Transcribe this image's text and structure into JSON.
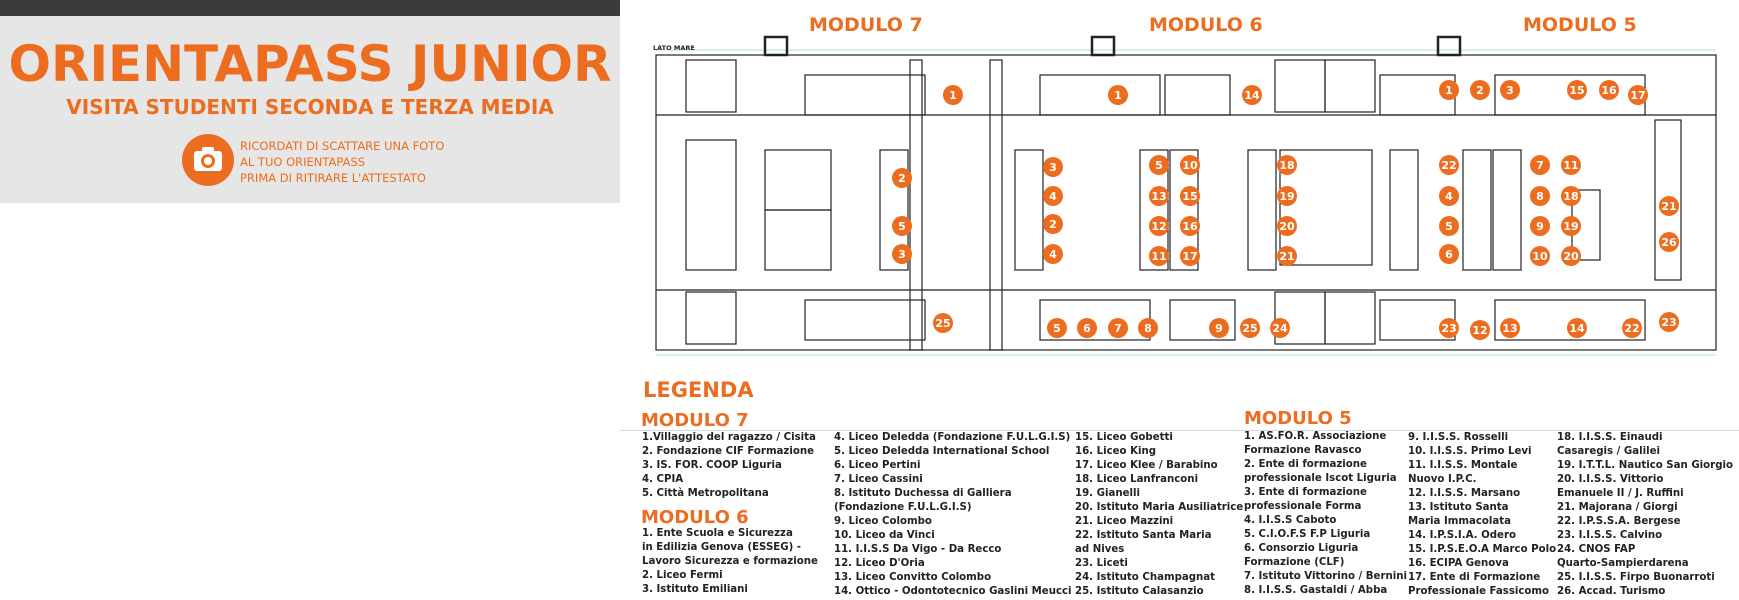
{
  "header": {
    "title": "ORIENTAPASS JUNIOR",
    "subtitle": "VISITA STUDENTI SECONDA E TERZA MEDIA",
    "note_lines": [
      "RICORDATI DI SCATTARE UNA FOTO",
      "AL TUO ORIENTAPASS",
      "PRIMA DI RITIRARE L'ATTESTATO"
    ],
    "icon": "camera-icon"
  },
  "colors": {
    "accent": "#ec6d1f",
    "bar": "#3a3a3a",
    "panel": "#e6e6e6",
    "line": "#222222"
  },
  "plan": {
    "side_label": "LATO MARE",
    "modules": [
      "MODULO 7",
      "MODULO 6",
      "MODULO 5"
    ],
    "stands": [
      "1",
      "1",
      "14",
      "1",
      "2",
      "3",
      "15",
      "16",
      "17",
      "2",
      "3",
      "4",
      "5",
      "2",
      "3",
      "4",
      "5",
      "13",
      "12",
      "11",
      "10",
      "15",
      "16",
      "17",
      "18",
      "19",
      "20",
      "21",
      "22",
      "4",
      "5",
      "6",
      "7",
      "8",
      "9",
      "10",
      "11",
      "18",
      "19",
      "20",
      "21",
      "26",
      "25",
      "5",
      "6",
      "7",
      "8",
      "9",
      "25",
      "24",
      "23",
      "12",
      "13",
      "14",
      "22",
      "23",
      "24"
    ]
  },
  "legend": {
    "title": "LEGENDA",
    "modulo7": {
      "title": "MODULO 7",
      "items": [
        "1.Villaggio del ragazzo / Cisita",
        "2. Fondazione CIF Formazione",
        "3. IS. FOR. COOP Liguria",
        "4. CPIA",
        "5. Città Metropolitana"
      ]
    },
    "modulo6": {
      "title": "MODULO 6",
      "col1": [
        "1. Ente Scuola e Sicurezza",
        "in Edilizia Genova (ESSEG) -",
        "Lavoro Sicurezza e formazione",
        "2. Liceo Fermi",
        "3. Istituto Emiliani"
      ],
      "col2": [
        "4. Liceo Deledda (Fondazione F.U.L.G.I.S)",
        "5. Liceo Deledda International School",
        "6. Liceo Pertini",
        "7. Liceo Cassini",
        "8. Istituto Duchessa di Galliera",
        "(Fondazione F.U.L.G.I.S)",
        "9. Liceo Colombo",
        "10. Liceo da Vinci",
        "11. I.I.S.S Da Vigo - Da Recco",
        "12. Liceo D'Oria",
        "13. Liceo Convitto Colombo",
        "14. Ottico - Odontotecnico Gaslini Meucci"
      ],
      "col3": [
        "15. Liceo Gobetti",
        "16. Liceo King",
        "17. Liceo Klee / Barabino",
        "18. Liceo Lanfranconi",
        "19. Gianelli",
        "20. Istituto Maria Ausiliatrice",
        "21. Liceo Mazzini",
        "22. Istituto Santa Maria",
        "ad Nives",
        "23. Liceti",
        "24. Istituto Champagnat",
        "25. Istituto Calasanzio"
      ]
    },
    "modulo5": {
      "title": "MODULO 5",
      "col1": [
        "1. AS.FO.R. Associazione",
        "Formazione Ravasco",
        "2. Ente di formazione",
        "professionale Iscot Liguria",
        "3. Ente di formazione",
        "professionale Forma",
        "4. I.I.S.S Caboto",
        "5. C.I.O.F.S F.P Liguria",
        "6. Consorzio Liguria",
        "Formazione (CLF)",
        "7. Istituto Vittorino / Bernini",
        "8. I.I.S.S. Gastaldi / Abba"
      ],
      "col2": [
        "9. I.I.S.S. Rosselli",
        "10. I.I.S.S. Primo Levi",
        "11. I.I.S.S. Montale",
        "Nuovo I.P.C.",
        "12. I.I.S.S. Marsano",
        "13. Istituto Santa",
        "Maria Immacolata",
        "14. I.P.S.I.A. Odero",
        "15. I.P.S.E.O.A Marco Polo",
        "16. ECIPA Genova",
        "17. Ente di Formazione",
        "Professionale Fassicomo"
      ],
      "col3": [
        "18. I.I.S.S. Einaudi",
        "Casaregis / Galilei",
        "19. I.T.T.L. Nautico San Giorgio",
        "20. I.I.S.S. Vittorio",
        "Emanuele II / J. Ruffini",
        "21. Majorana / Giorgi",
        "22. I.P.S.S.A. Bergese",
        "23. I.I.S.S. Calvino",
        "24. CNOS FAP",
        "Quarto-Sampierdarena",
        "25. I.I.S.S. Firpo Buonarroti",
        "26. Accad. Turismo"
      ]
    }
  }
}
